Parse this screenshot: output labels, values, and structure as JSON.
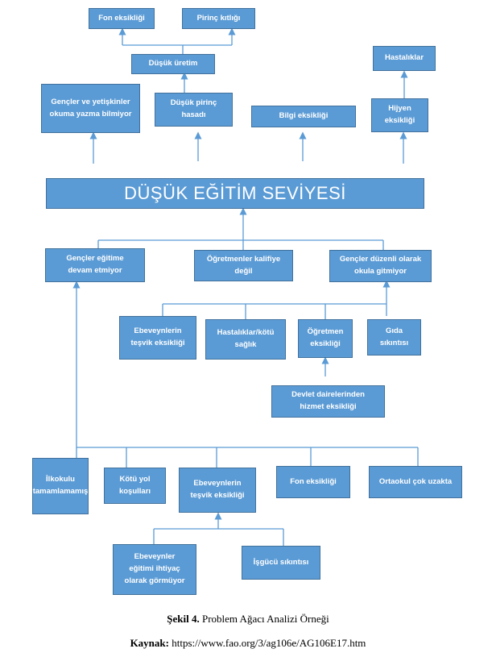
{
  "nodes": {
    "fon_top": "Fon eksikliği",
    "pirinc_kitligi": "Pirinç kıtlığı",
    "dusuk_uretim": "Düşük üretim",
    "hastaliklar": "Hastalıklar",
    "gencler_okuma": "Gençler ve yetişkinler okuma yazma bilmiyor",
    "dusuk_pirinc": "Düşük pirinç hasadı",
    "bilgi_eksikligi": "Bilgi eksikliği",
    "hijyen": "Hijyen eksikliği",
    "core": "DÜŞÜK EĞİTİM SEVİYESİ",
    "gencler_egitim": "Gençler eğitime devam etmiyor",
    "ogretmenler_kalifiye": "Öğretmenler kalifiye değil",
    "gencler_duzenli": "Gençler düzenli olarak okula gitmiyor",
    "ebeveyn_tesvik_mid": "Ebeveynlerin teşvik eksikliği",
    "hastaliklar_kotu": "Hastalıklar/kötü sağlık",
    "ogretmen_eksikligi": "Öğretmen eksikliği",
    "gida_sikintisi": "Gıda sıkıntısı",
    "devlet_daireleri": "Devlet dairelerinden hizmet eksikliği",
    "ilkokulu": "İlkokulu tamamlamamış",
    "kotu_yol": "Kötü yol koşulları",
    "ebeveyn_tesvik_low": "Ebeveynlerin teşvik eksikliği",
    "fon_low": "Fon eksikliği",
    "ortaokul": "Ortaokul çok uzakta",
    "ebeveynler_gormuyor": "Ebeveynler eğitimi ihtiyaç olarak görmüyor",
    "isgucu": "İşgücü sıkıntısı"
  },
  "caption": {
    "figure_label": "Şekil 4.",
    "figure_title": " Problem Ağacı Analizi Örneği",
    "source_label": "Kaynak:",
    "source_text": " https://www.fao.org/3/ag106e/AG106E17.htm"
  },
  "colors": {
    "box_fill": "#5b9bd5",
    "box_border": "#41719c",
    "connector": "#5b9bd5",
    "text": "#ffffff"
  }
}
